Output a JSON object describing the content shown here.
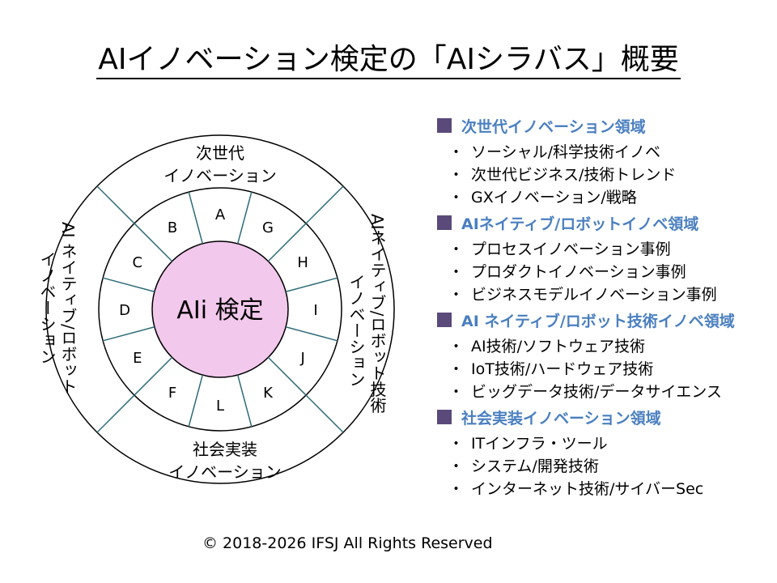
{
  "title": "AIイノベーション検定の「AIシラバス」概要",
  "center_label": "AIi 検定",
  "outer_labels": {
    "top_line1": "次世代",
    "top_line2": "イノベーション",
    "bottom_line1": "社会実装",
    "bottom_line2": "イノベーション",
    "left_line1": "AI ネイティブ/ロボット",
    "left_line2": "イノベーション",
    "right_line1": "AIネイティブ/ロボット技術",
    "right_line2": "イノベーション"
  },
  "segments": [
    "A",
    "G",
    "H",
    "I",
    "J",
    "K",
    "L",
    "F",
    "E",
    "D",
    "C",
    "B"
  ],
  "legend": [
    {
      "heading": "次世代イノベーション領域",
      "items": [
        "ソーシャル/科学技術イノベ",
        "次世代ビジネス/技術トレンド",
        "GXイノベーション/戦略"
      ]
    },
    {
      "heading": "AIネイティブ/ロボットイノベ領域",
      "items": [
        "プロセスイノベーション事例",
        "プロダクトイノベーション事例",
        "ビジネスモデルイノベーション事例"
      ]
    },
    {
      "heading": "AI ネイティブ/ロボット技術イノベ領域",
      "items": [
        "AI技術/ソフトウェア技術",
        "IoT技術/ハードウェア技術",
        "ビッグデータ技術/データサイエンス"
      ]
    },
    {
      "heading": "社会実装イノベーション領域",
      "items": [
        "ITインフラ・ツール",
        "システム/開発技術",
        "インターネット技術/サイバーSec"
      ]
    }
  ],
  "bullet_char": "・",
  "footer": "© 2018-2026 IFSJ All Rights Reserved",
  "colors": {
    "line": "#2e6b78",
    "center_fill": "#f2c8ec",
    "heading": "#4a7fc0",
    "square": "#5a4a7a"
  }
}
